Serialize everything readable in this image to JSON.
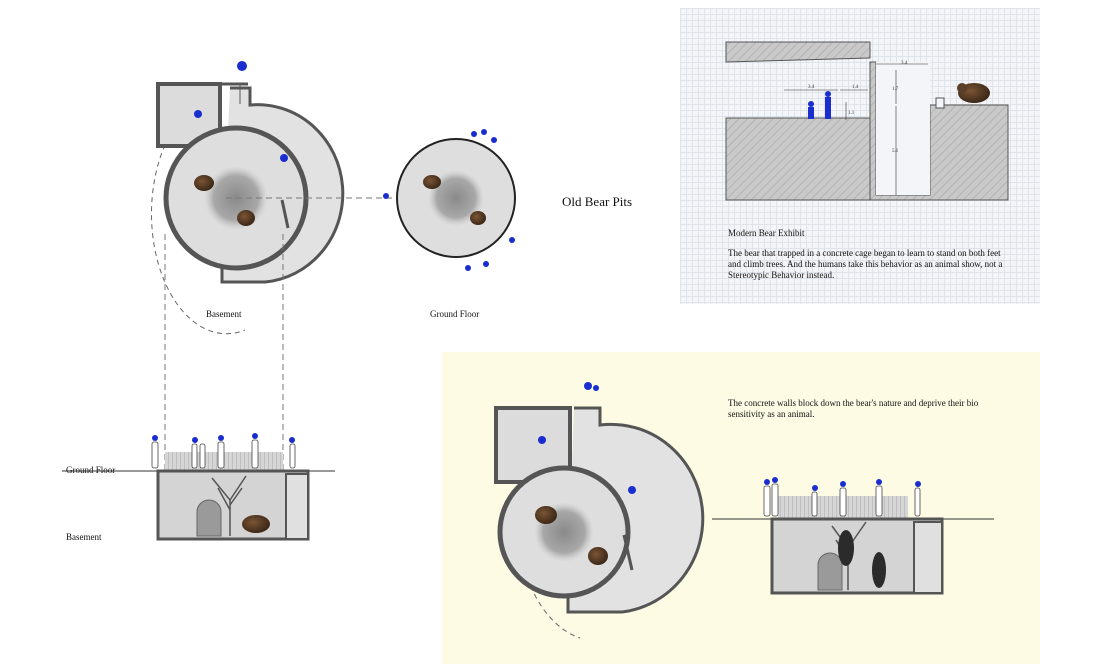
{
  "labels": {
    "old_bear_pits": "Old Bear Pits",
    "basement_plan": "Basement",
    "ground_floor_plan": "Ground Floor",
    "section_ground_floor": "Ground Floor",
    "section_basement": "Basement"
  },
  "modern_exhibit": {
    "title": "Modern Bear Exhibit",
    "description": "The bear that trapped in a concrete cage began to learn to stand on both feet and climb trees. And the humans take this behavior as an animal show, not a Stereotypic Behavior instead.",
    "dimensions": [
      "3.4",
      "3.4",
      "1.4",
      "1.7",
      "1.1",
      "5.1"
    ]
  },
  "concrete_walls": {
    "description": "The concrete walls block down the bear's nature and deprive their bio sensitivity as an animal."
  },
  "colors": {
    "wall": "#5e5e5e",
    "floor": "#d9d9d9",
    "accent_blue": "#1a2ed0",
    "cream_panel": "#fdfbe4",
    "bear": "#5a3e28"
  }
}
